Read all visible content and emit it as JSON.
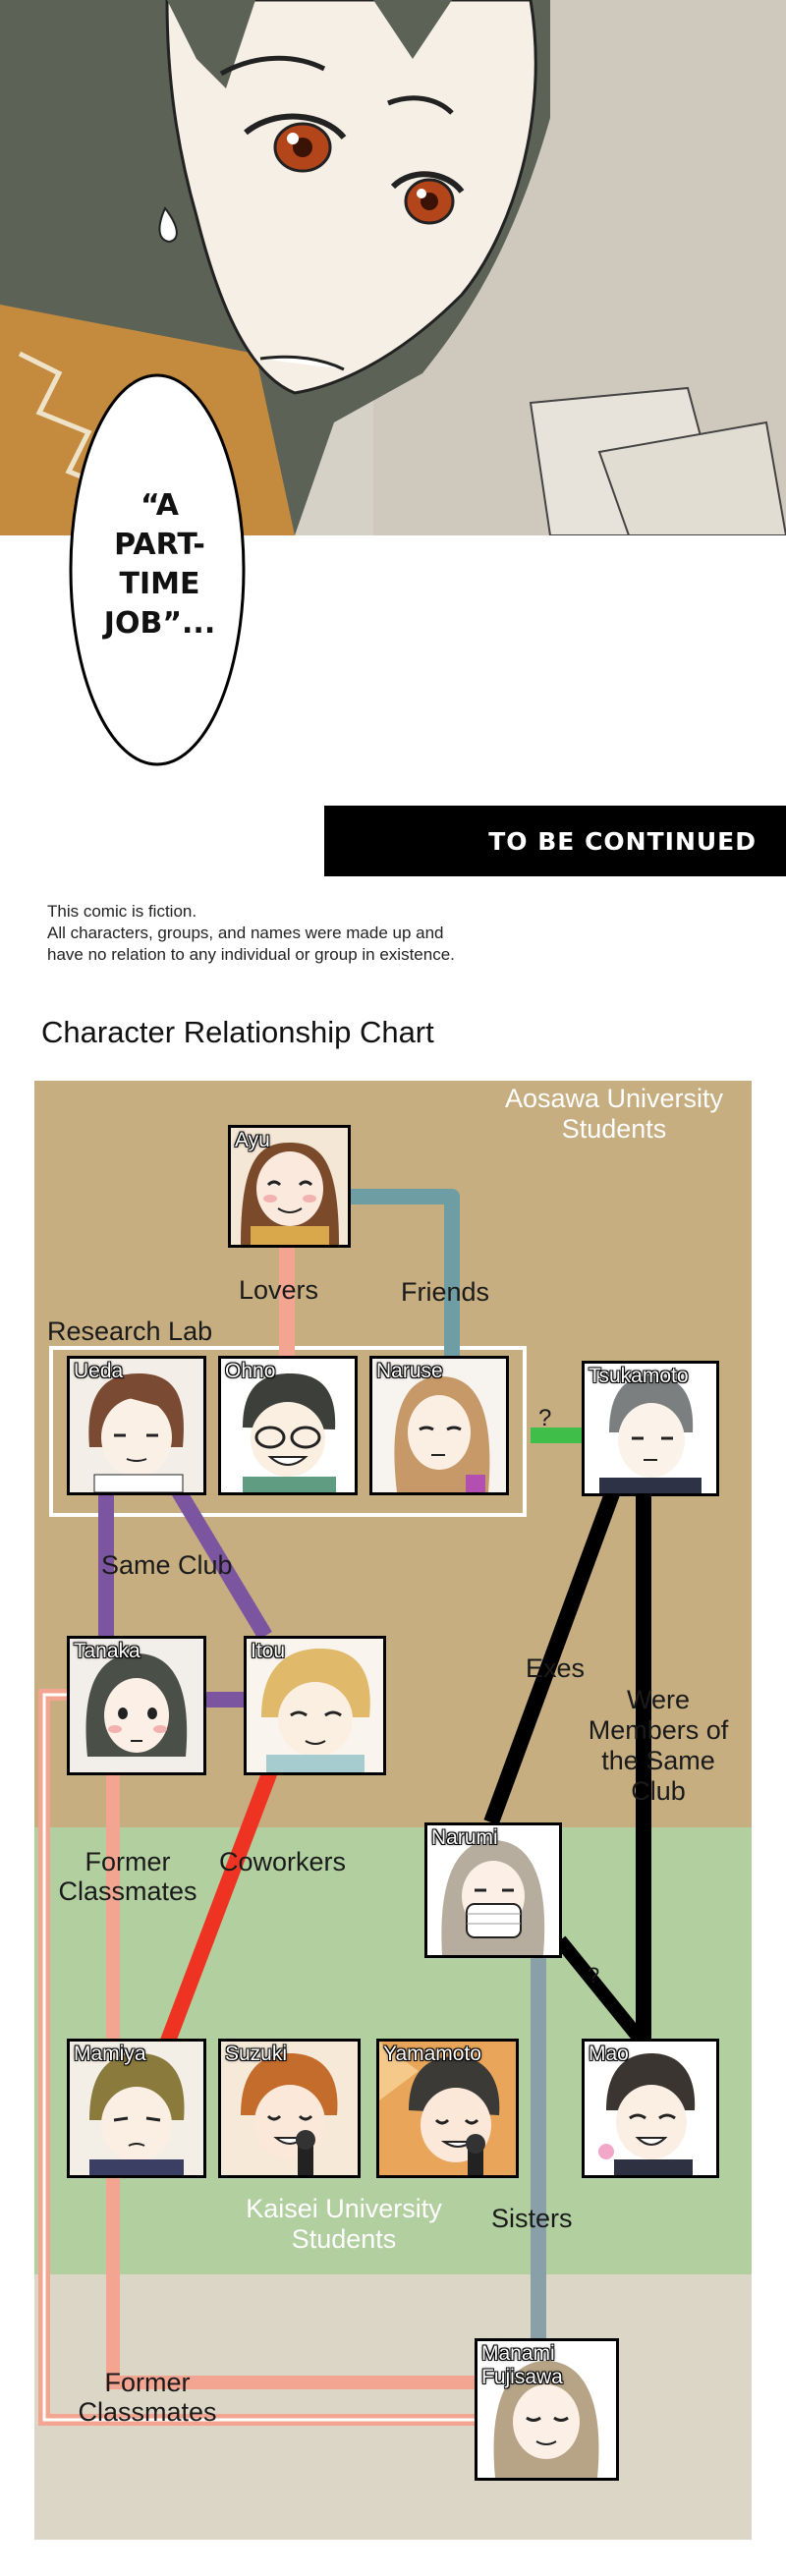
{
  "comic": {
    "speech_bubble_lines": [
      "“A",
      "PART-",
      "TIME",
      "JOB”..."
    ],
    "to_be_continued": "TO BE CONTINUED",
    "disclaimer_lines": [
      "This comic is fiction.",
      "All characters, groups, and names were made up and",
      "have no relation to any individual or group in existence."
    ]
  },
  "chart": {
    "title": "Character Relationship Chart",
    "groups": {
      "aosawa": "Aosawa University Students",
      "kaisei": "Kaisei University Students",
      "research_lab": "Research Lab"
    },
    "characters": {
      "ayu": "Ayu",
      "ueda": "Ueda",
      "ohno": "Ohno",
      "naruse": "Naruse",
      "tsukamoto": "Tsukamoto",
      "tanaka": "Tanaka",
      "itou": "Itou",
      "narumi": "Narumi",
      "mamiya": "Mamiya",
      "suzuki": "Suzuki",
      "yamamoto": "Yamamoto",
      "mao": "Mao",
      "manami": "Manami Fujisawa"
    },
    "relations": {
      "lovers": "Lovers",
      "friends": "Friends",
      "question1": "?",
      "same_club": "Same Club",
      "exes": "Exes",
      "were_members": "Were Members of the Same Club",
      "former_classmates_1": "Former Classmates",
      "coworkers": "Coworkers",
      "question2": "?",
      "sisters": "Sisters",
      "former_classmates_2": "Former Classmates"
    },
    "colors": {
      "aosawa_bg": "#c6ae81",
      "kaisei_bg": "#b1cf9f",
      "outside_bg": "#dcd6c6",
      "pink_line": "#f3a591",
      "teal_line": "#6e9ea3",
      "green_line": "#3fbe49",
      "purple_line": "#7c55a1",
      "red_line": "#ef3322",
      "black_line": "#000000",
      "gray_line": "#8aa0a8"
    }
  }
}
